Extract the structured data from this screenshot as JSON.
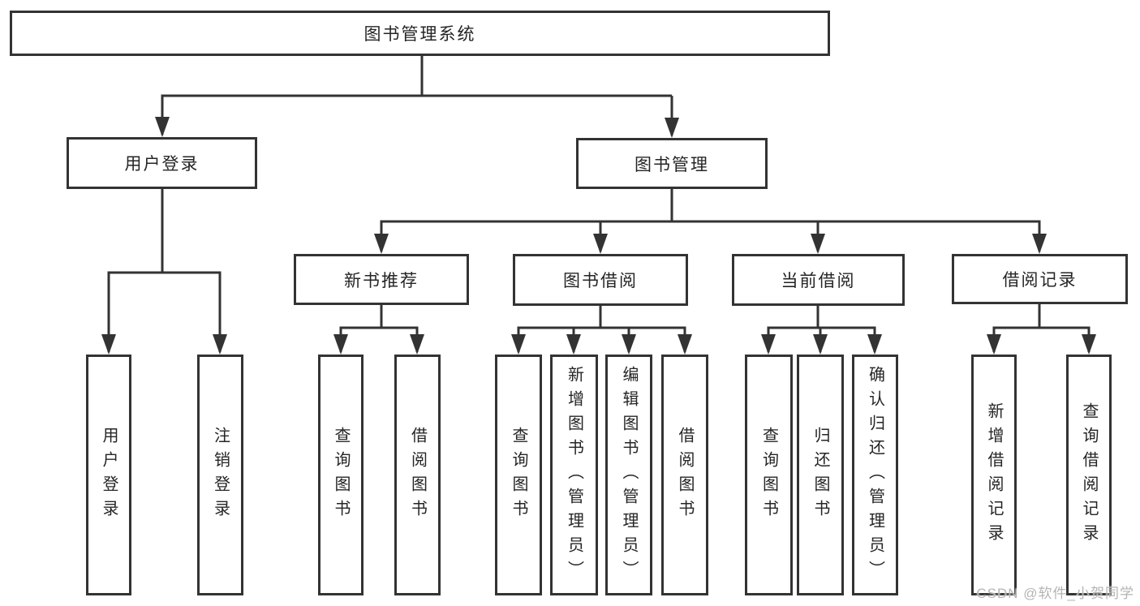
{
  "diagram": {
    "title": {
      "label": "图书管理系统"
    },
    "branches": {
      "user_login": {
        "label": "用户登录",
        "children": [
          {
            "label": "用户登录"
          },
          {
            "label": "注销登录"
          }
        ]
      },
      "book_management": {
        "label": "图书管理"
      }
    },
    "modules": [
      {
        "label": "新书推荐",
        "children": [
          {
            "label": "查询图书"
          },
          {
            "label": "借阅图书"
          }
        ]
      },
      {
        "label": "图书借阅",
        "children": [
          {
            "label": "查询图书"
          },
          {
            "label": "新增图书（管理员）"
          },
          {
            "label": "编辑图书（管理员）"
          },
          {
            "label": "借阅图书"
          }
        ]
      },
      {
        "label": "当前借阅",
        "children": [
          {
            "label": "查询图书"
          },
          {
            "label": "归还图书"
          },
          {
            "label": "确认归还（管理员）"
          }
        ]
      },
      {
        "label": "借阅记录",
        "children": [
          {
            "label": "新增借阅记录"
          },
          {
            "label": "查询借阅记录"
          }
        ]
      }
    ],
    "watermark": "CSDN @软件_小贺同学",
    "colors": {
      "line": "#333333",
      "box_border": "#333333",
      "box_fill": "#ffffff",
      "text": "#252525",
      "watermark": "#b4b4b4",
      "background": "#ffffff"
    }
  }
}
